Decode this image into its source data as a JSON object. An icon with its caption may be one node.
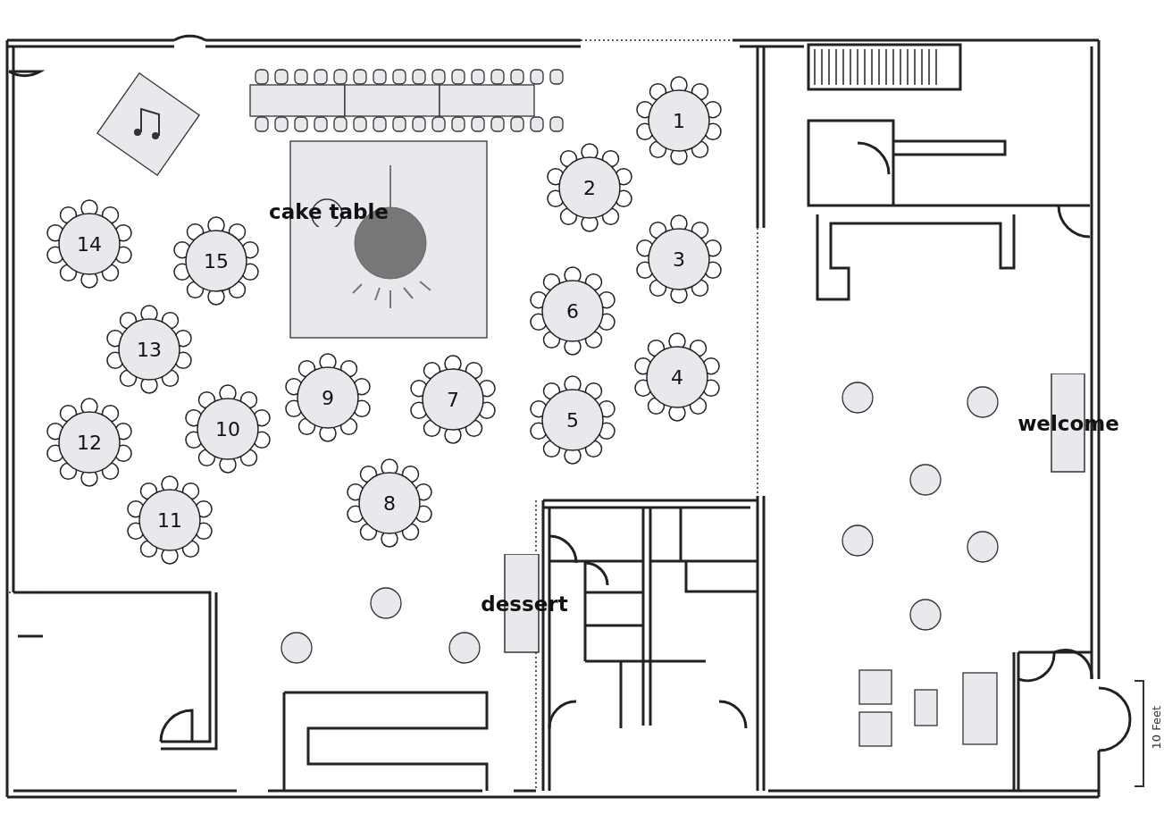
{
  "diagram": {
    "nodes": [
      {
        "text": [
          "1"
        ]
      },
      {
        "text": [
          "2"
        ]
      },
      {
        "text": [
          "3"
        ]
      },
      {
        "text": [
          "4"
        ]
      },
      {
        "text": [
          "5"
        ]
      },
      {
        "text": [
          "6"
        ]
      },
      {
        "text": [
          "7"
        ]
      },
      {
        "text": [
          "8"
        ]
      },
      {
        "text": [
          "9"
        ]
      },
      {
        "text": [
          "10"
        ]
      },
      {
        "text": [
          "11"
        ]
      },
      {
        "text": [
          "12"
        ]
      },
      {
        "text": [
          "13"
        ]
      },
      {
        "text": [
          "14"
        ]
      },
      {
        "text": [
          "15"
        ]
      },
      {
        "text": [
          "cake table"
        ]
      },
      {
        "text": [
          "dessert"
        ]
      },
      {
        "text": [
          "welcome"
        ]
      }
    ],
    "labels": [
      "10 Feet"
    ]
  }
}
